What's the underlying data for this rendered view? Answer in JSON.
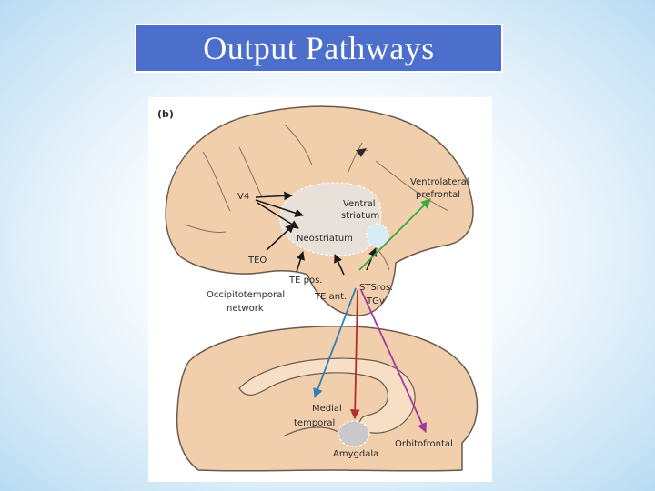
{
  "slide": {
    "title": "Output Pathways",
    "colors": {
      "title_bg": "#4d6fcc",
      "brain_fill": "#f2cfac",
      "brain_stroke": "#6b5a4e"
    }
  },
  "figure": {
    "panel_label": "(b)",
    "labels": {
      "v4": "V4",
      "teo": "TEO",
      "te_pos": "TE pos.",
      "te_ant": "TE ant.",
      "occipitotemporal_1": "Occipitotemporal",
      "occipitotemporal_2": "network",
      "ventral_striatum_1": "Ventral",
      "ventral_striatum_2": "striatum",
      "neostriatum": "Neostriatum",
      "ventrolateral_1": "Ventrolateral",
      "ventrolateral_2": "prefrontal",
      "sts_ros": "STSros.",
      "tgv": "TGv",
      "medial_temporal_1": "Medial",
      "medial_temporal_2": "temporal",
      "amygdala": "Amygdala",
      "orbitofrontal": "Orbitofrontal"
    },
    "arrow_colors": {
      "prefrontal": "#3aa83a",
      "medial_temporal": "#2f7fb5",
      "amygdala": "#b0302c",
      "orbitofrontal": "#a03a9a",
      "internal": "#1a1a1a"
    }
  }
}
